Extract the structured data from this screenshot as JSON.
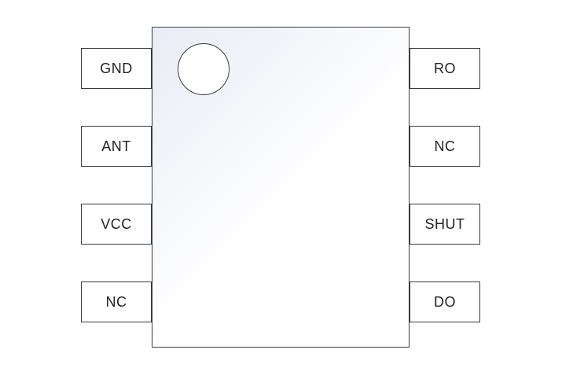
{
  "diagram": {
    "left_pins": [
      {
        "label": "GND"
      },
      {
        "label": "ANT"
      },
      {
        "label": "VCC"
      },
      {
        "label": "NC"
      }
    ],
    "right_pins": [
      {
        "label": "RO"
      },
      {
        "label": "NC"
      },
      {
        "label": "SHUT"
      },
      {
        "label": "DO"
      }
    ]
  }
}
